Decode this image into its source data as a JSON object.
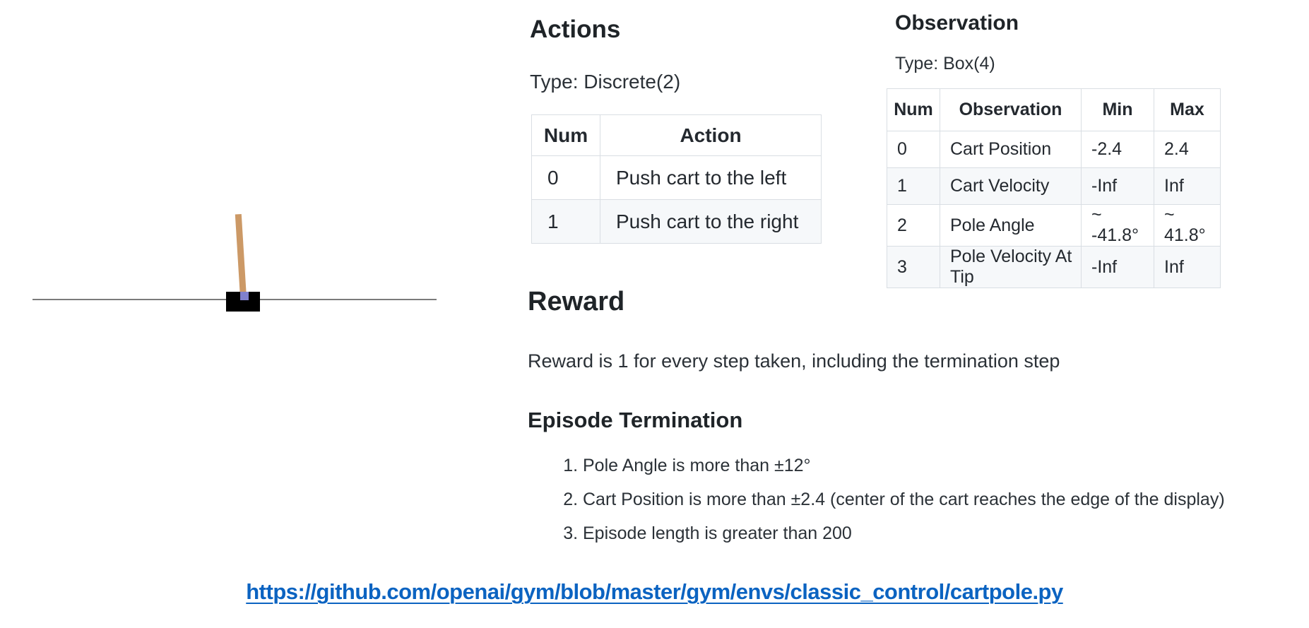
{
  "cartpole_figure": {
    "track_color": "#7b7b7b",
    "cart_color": "#000000",
    "pole_color": "#cc9966",
    "axle_color": "#8080cc"
  },
  "actions": {
    "heading": "Actions",
    "type_label": "Type: Discrete(2)",
    "table": {
      "headers": [
        "Num",
        "Action"
      ],
      "rows": [
        {
          "num": "0",
          "action": "Push cart to the left"
        },
        {
          "num": "1",
          "action": "Push cart to the right"
        }
      ]
    }
  },
  "observation": {
    "heading": "Observation",
    "type_label": "Type: Box(4)",
    "table": {
      "headers": [
        "Num",
        "Observation",
        "Min",
        "Max"
      ],
      "rows": [
        {
          "num": "0",
          "observation": "Cart Position",
          "min": "-2.4",
          "max": "2.4"
        },
        {
          "num": "1",
          "observation": "Cart Velocity",
          "min": "-Inf",
          "max": "Inf"
        },
        {
          "num": "2",
          "observation": "Pole Angle",
          "min": "~ -41.8°",
          "max": "~ 41.8°"
        },
        {
          "num": "3",
          "observation": "Pole Velocity At Tip",
          "min": "-Inf",
          "max": "Inf"
        }
      ]
    }
  },
  "reward": {
    "heading": "Reward",
    "text": "Reward is 1 for every step taken, including the termination step"
  },
  "episode_termination": {
    "heading": "Episode Termination",
    "items": [
      "Pole Angle is more than ±12°",
      "Cart Position is more than ±2.4 (center of the cart reaches the edge of the display)",
      "Episode length is greater than 200"
    ]
  },
  "link": {
    "url_text": "https://github.com/openai/gym/blob/master/gym/envs/classic_control/cartpole.py",
    "color": "#0b63c1"
  }
}
